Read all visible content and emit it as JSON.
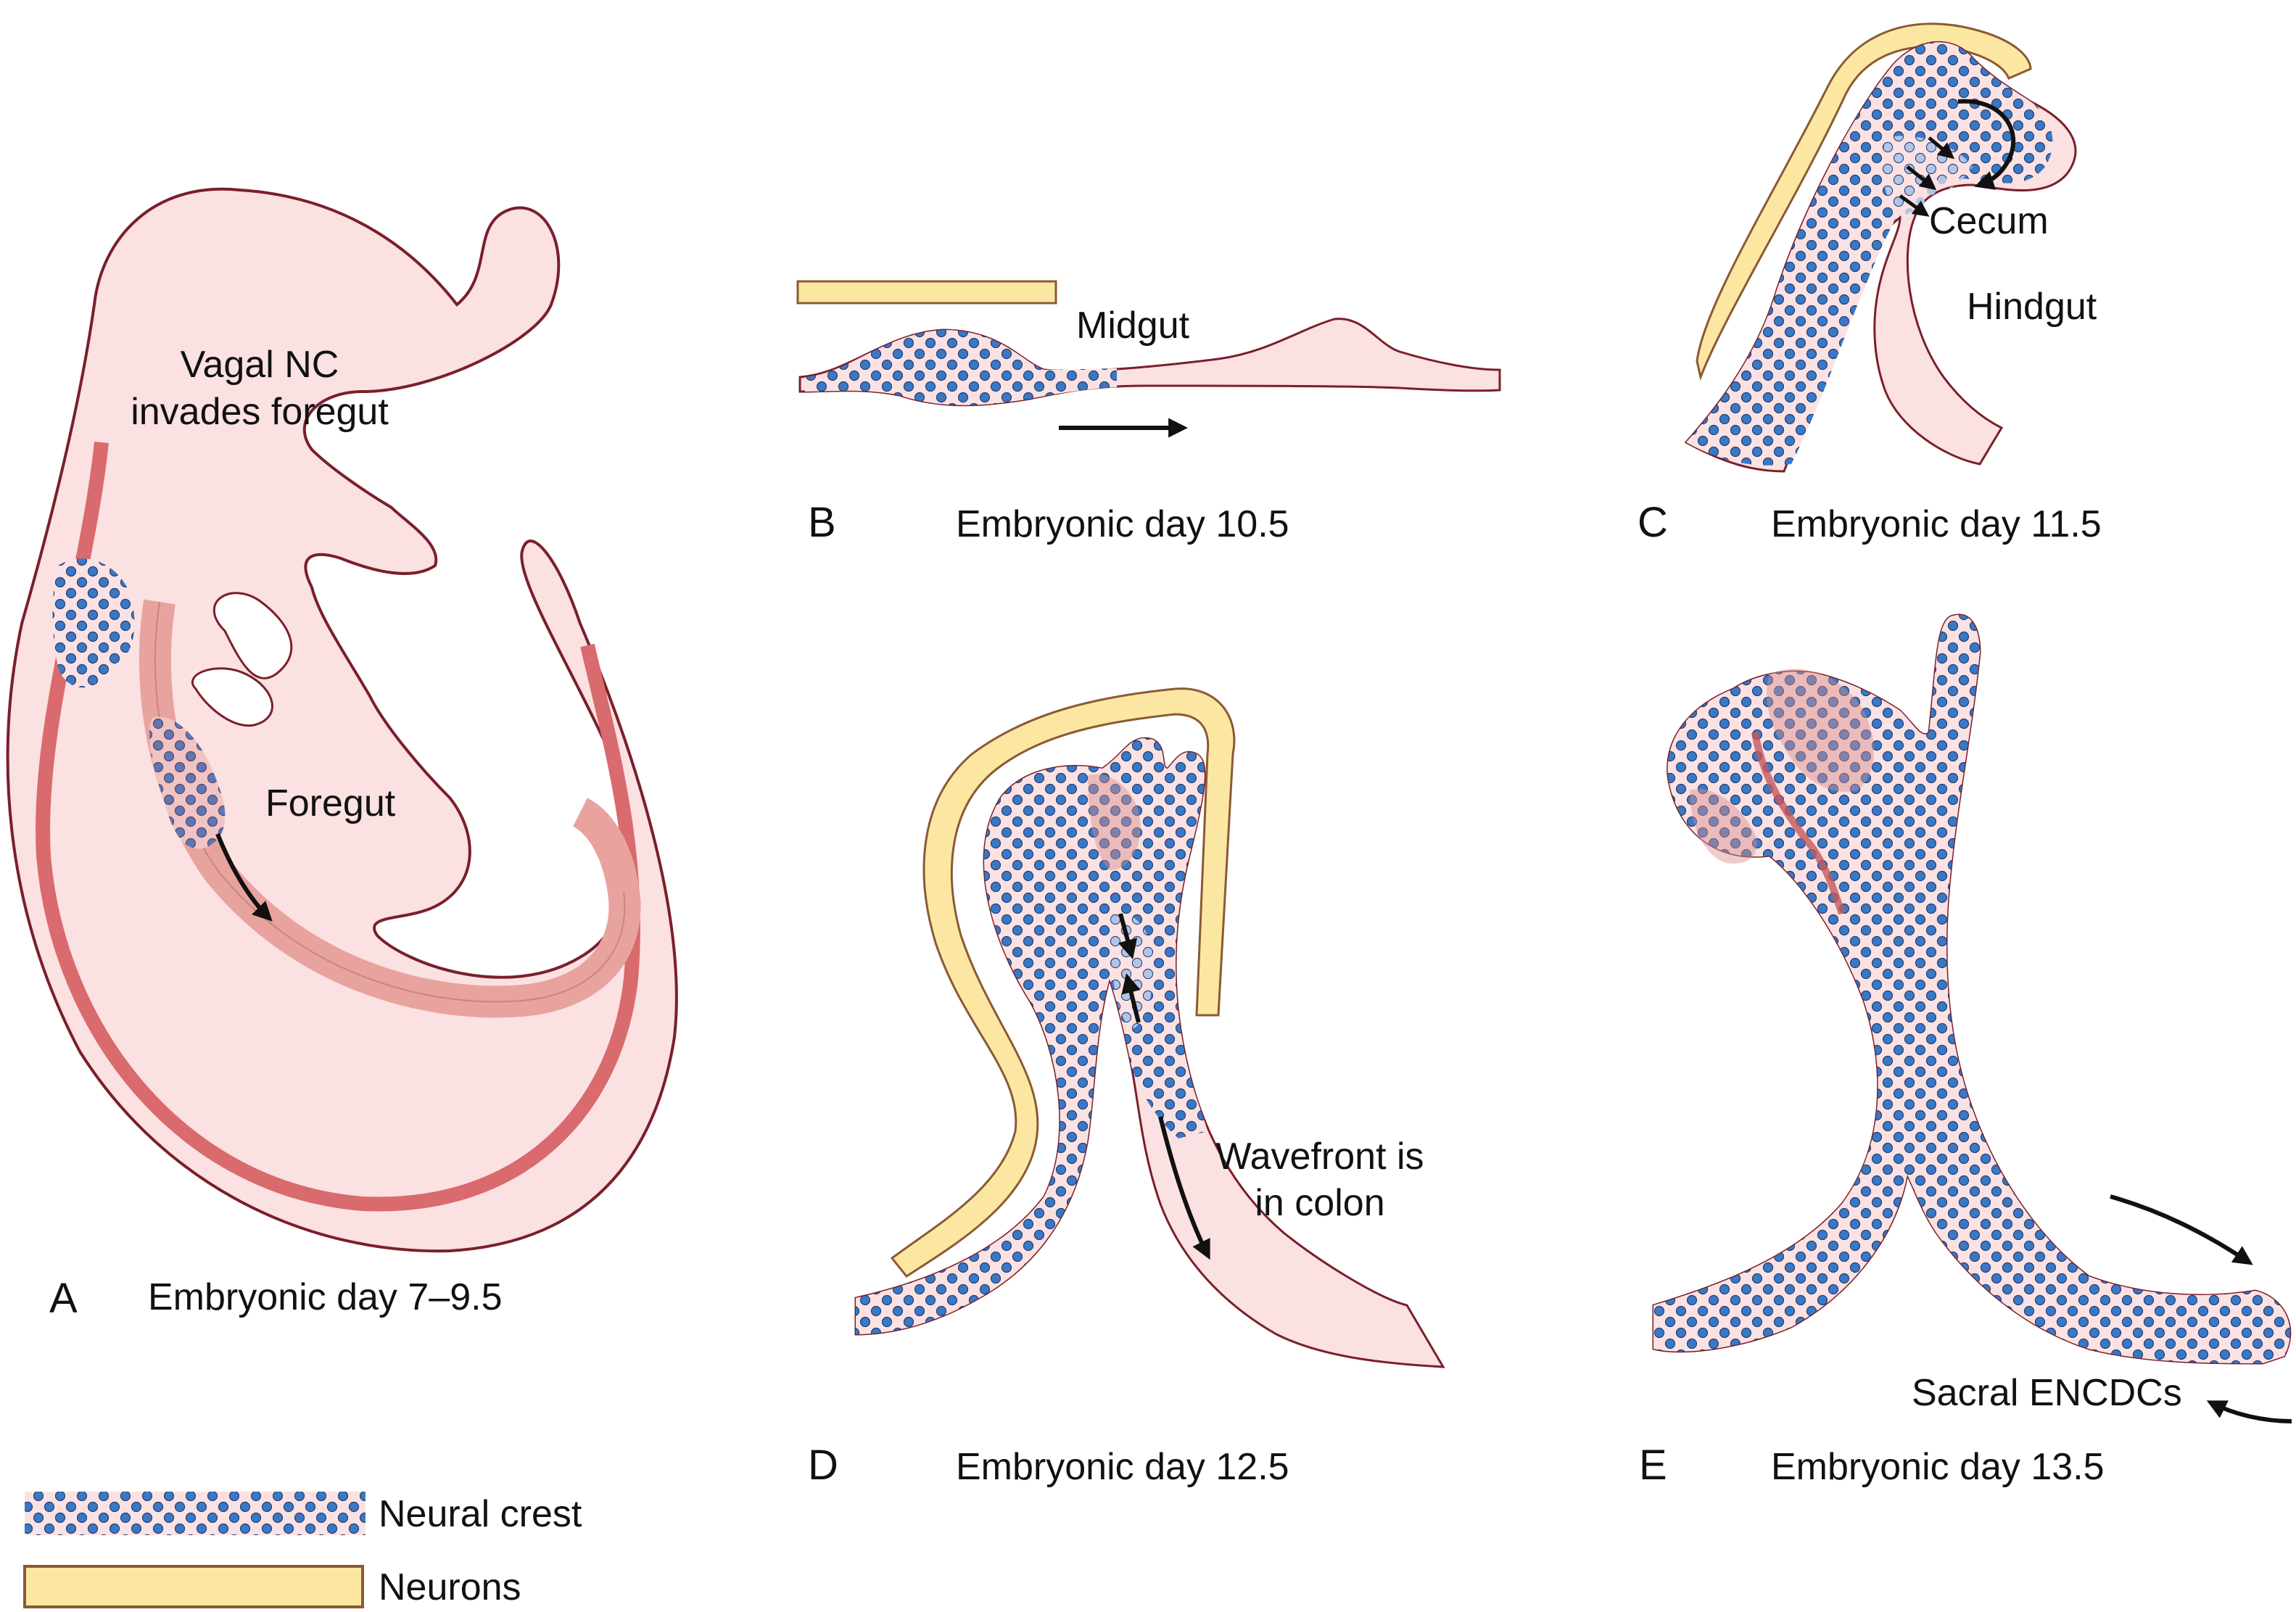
{
  "colors": {
    "tissue_fill": "#fbe1e1",
    "tissue_stroke": "#7a1f2b",
    "neural_crest_dot": "#3b78c4",
    "neural_crest_dot_stroke": "#1c3f78",
    "neural_crest_faint": "#b3c4e6",
    "neural_tube": "#d96a6d",
    "foregut_band": "#e8a39e",
    "neuron_fill": "#fbe7a1",
    "neuron_stroke": "#8a5a36",
    "neuron_cluster": "#d88e8e",
    "arrow": "#111111"
  },
  "panels": {
    "a": {
      "letter": "A",
      "caption": "Embryonic day 7–9.5",
      "annotations": {
        "vagal": [
          "Vagal NC",
          "invades foregut"
        ],
        "foregut": "Foregut"
      }
    },
    "b": {
      "letter": "B",
      "caption": "Embryonic day 10.5",
      "annotations": {
        "midgut": "Midgut"
      }
    },
    "c": {
      "letter": "C",
      "caption": "Embryonic day 11.5",
      "annotations": {
        "cecum": "Cecum",
        "hindgut": "Hindgut"
      }
    },
    "d": {
      "letter": "D",
      "caption": "Embryonic day 12.5",
      "annotations": {
        "wavefront": [
          "Wavefront is",
          "in colon"
        ]
      }
    },
    "e": {
      "letter": "E",
      "caption": "Embryonic day 13.5",
      "annotations": {
        "sacral": "Sacral ENCDCs"
      }
    }
  },
  "legend": [
    {
      "icon": "neural-crest-swatch",
      "label": "Neural crest"
    },
    {
      "icon": "neurons-swatch",
      "label": "Neurons"
    }
  ]
}
